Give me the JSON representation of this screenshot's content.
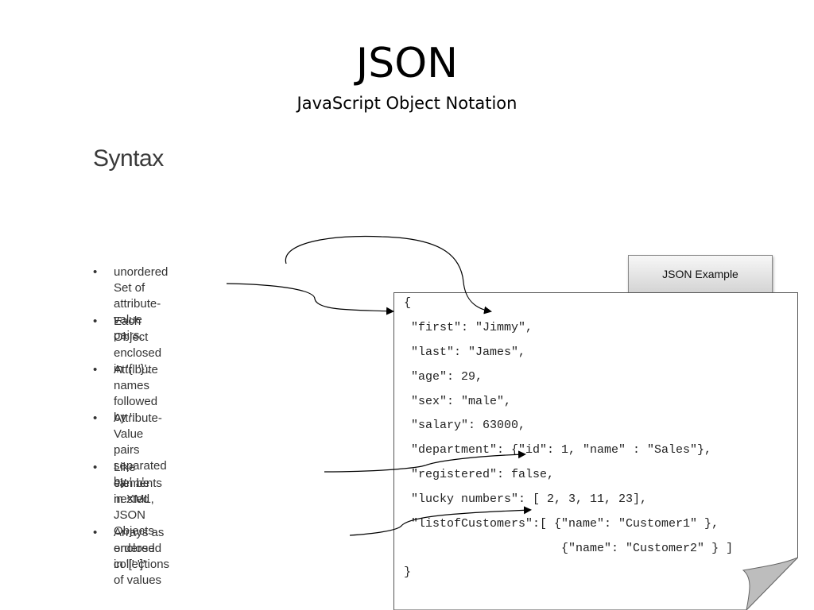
{
  "slide": {
    "title": "JSON",
    "subtitle": "JavaScript Object Notation",
    "heading": "Syntax"
  },
  "bullets": [
    {
      "bold": "unordered",
      "text": " Set of attribute-value pairs."
    },
    {
      "bold": "",
      "text": "Each Object enclosed in '{'  '}'."
    },
    {
      "bold": "",
      "text": "Attribute names followed by ':'"
    },
    {
      "bold": "",
      "text": "Attribute-Value pairs separated by ' , '"
    },
    {
      "bold": "",
      "text": "Like elements in XML, JSON Objects",
      "text2": "can be nested"
    },
    {
      "bold": "",
      "text": "Arrays as ordered collections of values",
      "text2": "enclosed  in '[' ']'"
    }
  ],
  "bullet_symbol": "•",
  "example_label": "JSON Example",
  "code_lines": [
    "{",
    " \"first\": \"Jimmy\",",
    " \"last\": \"James\",",
    " \"age\": 29,",
    " \"sex\": \"male\",",
    " \"salary\": 63000,",
    " \"department\": {\"id\": 1, \"name\" : \"Sales\"},",
    " \"registered\": false,",
    " \"lucky numbers\": [ 2, 3, 11, 23],",
    " \"listofCustomers\":[ {\"name\": \"Customer1\" },",
    "                      {\"name\": \"Customer2\" } ]",
    "}"
  ]
}
